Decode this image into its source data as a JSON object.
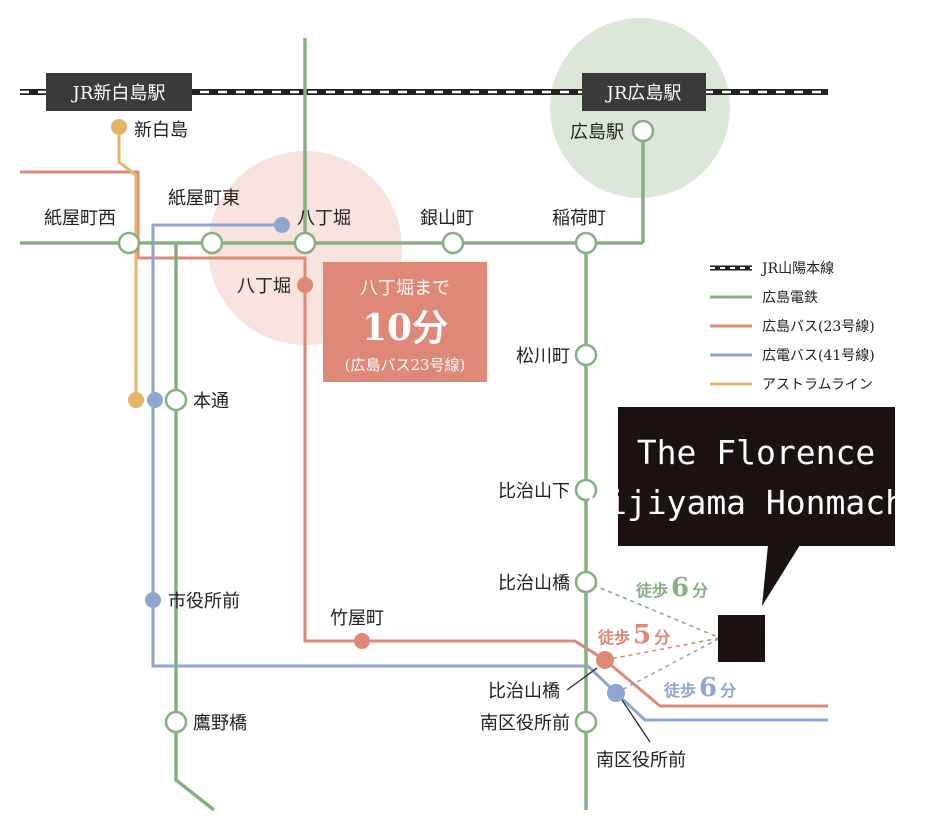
{
  "jr_stations": {
    "shin_hakushima": "JR新白島駅",
    "hiroshima": "JR広島駅"
  },
  "stations": {
    "shin_hakushima": "新白島",
    "hiroshima_eki": "広島駅",
    "kamiyacho_higashi": "紙屋町東",
    "kamiyacho_nishi": "紙屋町西",
    "hatchobori_tram": "八丁堀",
    "kanayamacho": "銀山町",
    "inaricho": "稲荷町",
    "hatchobori_bus": "八丁堀",
    "hondori": "本通",
    "matsukawacho": "松川町",
    "hijiyamashita": "比治山下",
    "hijiyamabashi_tram": "比治山橋",
    "shiyakushomae": "市役所前",
    "takeyacho": "竹屋町",
    "hijiyamabashi_bus": "比治山橋",
    "minamiku_tram": "南区役所前",
    "minamiku_bus": "南区役所前",
    "takanobashi": "鷹野橋"
  },
  "callout": {
    "line1": "八丁堀まで",
    "minutes": "10分",
    "line3": "(広島バス23号線)"
  },
  "property": {
    "line1": "The Florence",
    "line2": "Hijiyama Honmachi"
  },
  "walk": {
    "prefix": "徒歩",
    "unit": "分",
    "to_tram": "6",
    "to_bus23": "5",
    "to_bus41": "6"
  },
  "legend": [
    {
      "label": "JR山陽本線",
      "color": "#222222",
      "style": "jr"
    },
    {
      "label": "広島電鉄",
      "color": "#86b083",
      "style": "solid"
    },
    {
      "label": "広島バス(23号線)",
      "color": "#df8878",
      "style": "solid"
    },
    {
      "label": "広電バス(41号線)",
      "color": "#8fa6d3",
      "style": "solid"
    },
    {
      "label": "アストラムライン",
      "color": "#e5b469",
      "style": "solid"
    }
  ],
  "colors": {
    "tram": "#86b083",
    "bus23": "#df8878",
    "bus41": "#8fa6d3",
    "astram": "#e5b469",
    "jr": "#222222",
    "callout_bg": "#df8878",
    "property_box": "#1a1110"
  }
}
